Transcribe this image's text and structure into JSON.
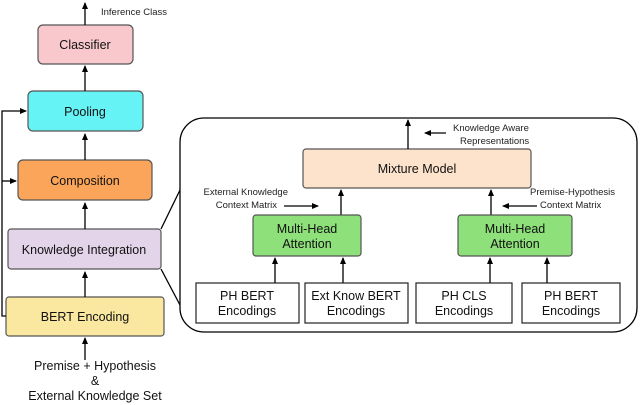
{
  "left_pipeline": {
    "output_label": "Inference Class",
    "classifier": "Classifier",
    "pooling": "Pooling",
    "composition": "Composition",
    "knowledge_integration": "Knowledge Integration",
    "bert_encoding": "BERT Encoding",
    "input_line1": "Premise + Hypothesis",
    "input_line2": "&",
    "input_line3": "External Knowledge Set"
  },
  "detail_panel": {
    "output_label_line1": "Knowledge Aware",
    "output_label_line2": "Representations",
    "mixture_model": "Mixture Model",
    "left_context_line1": "External Knowledge",
    "left_context_line2": "Context Matrix",
    "right_context_line1": "Premise-Hypothesis",
    "right_context_line2": "Context Matrix",
    "mha_left_line1": "Multi-Head",
    "mha_left_line2": "Attention",
    "mha_right_line1": "Multi-Head",
    "mha_right_line2": "Attention",
    "enc1_line1": "PH BERT",
    "enc1_line2": "Encodings",
    "enc2_line1": "Ext Know BERT",
    "enc2_line2": "Encodings",
    "enc3_line1": "PH CLS",
    "enc3_line2": "Encodings",
    "enc4_line1": "PH BERT",
    "enc4_line2": "Encodings"
  },
  "colors": {
    "classifier": "#f8c8cc",
    "pooling": "#66f3f6",
    "composition": "#fba55a",
    "knowledge_integration": "#e3d4ea",
    "bert_encoding": "#fbe8a0",
    "mixture_model": "#fde2cc",
    "multi_head_attention": "#8ee07a"
  }
}
